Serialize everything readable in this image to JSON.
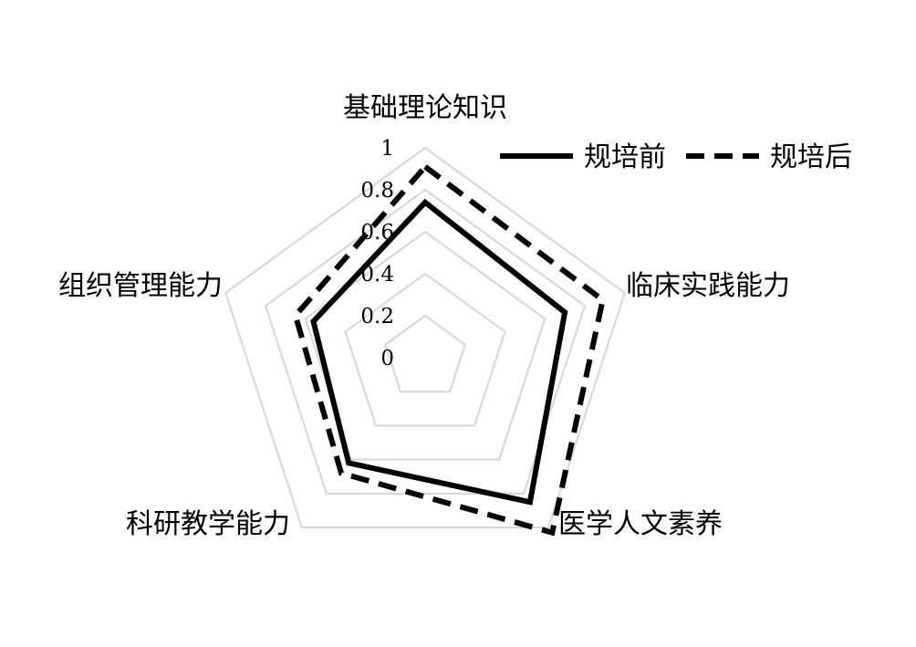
{
  "chart_data": {
    "type": "radar",
    "axes": [
      "基础理论知识",
      "临床实践能力",
      "医学人文素养",
      "科研教学能力",
      "组织管理能力"
    ],
    "ticks": [
      "0",
      "0.2",
      "0.4",
      "0.6",
      "0.8",
      "1"
    ],
    "rlim": [
      0,
      1
    ],
    "series": [
      {
        "name": "规培前",
        "values": [
          0.74,
          0.7,
          0.85,
          0.62,
          0.56
        ],
        "style": "solid",
        "color": "#000000"
      },
      {
        "name": "规培后",
        "values": [
          0.91,
          0.89,
          1.03,
          0.68,
          0.65
        ],
        "style": "dashed",
        "color": "#000000"
      }
    ],
    "grid": true,
    "grid_color": "#d9d9d9",
    "legend_position": "top-right"
  }
}
